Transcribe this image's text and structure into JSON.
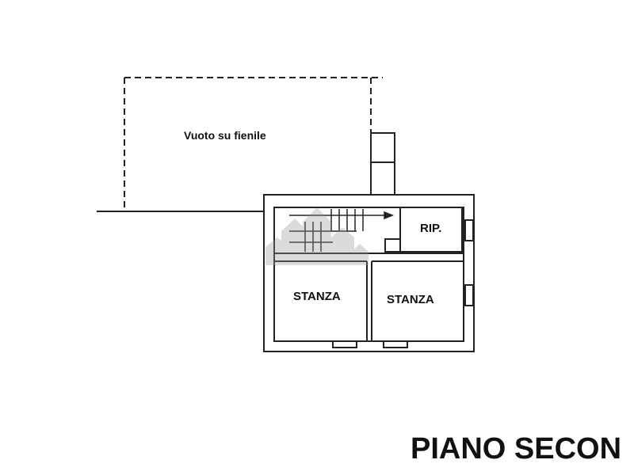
{
  "plan": {
    "void_label": "Vuoto su fienile",
    "rooms": [
      "RIP.",
      "STANZA",
      "STANZA"
    ],
    "title": "PIANO SECON"
  }
}
